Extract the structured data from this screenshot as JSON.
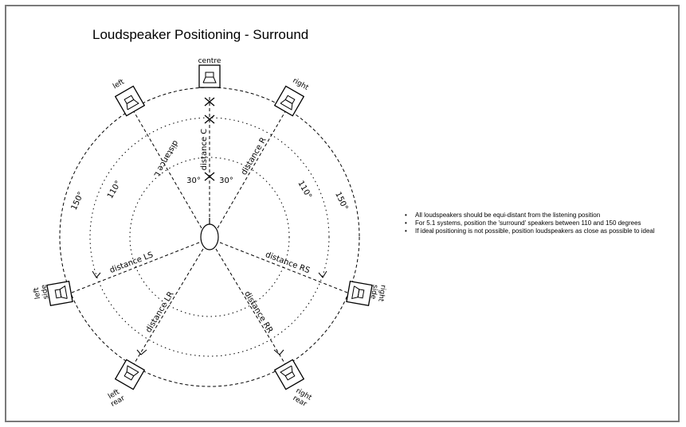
{
  "title": "Loudspeaker Positioning - Surround",
  "speakers": {
    "centre": "centre",
    "left": "left",
    "right": "right",
    "left_side": [
      "left",
      "side"
    ],
    "right_side": [
      "right",
      "side"
    ],
    "left_rear": [
      "left",
      "rear"
    ],
    "right_rear": [
      "right",
      "rear"
    ]
  },
  "distances": {
    "c": "distance C",
    "l": "distance L",
    "r": "distance R",
    "ls": "distance LS",
    "rs": "distance RS",
    "lr": "distance LR",
    "rr": "distance RR"
  },
  "angles": {
    "a30_left": "30°",
    "a30_right": "30°",
    "a110_left": "110°",
    "a110_right": "110°",
    "a150_left": "150°",
    "a150_right": "150°"
  },
  "notes": [
    "All loudspeakers should be equi-distant from the listening position",
    "For 5.1 systems, position the 'surround' speakers between 110 and 150 degrees",
    "If ideal positioning is not possible, position loudspeakers as close as possible to ideal"
  ]
}
